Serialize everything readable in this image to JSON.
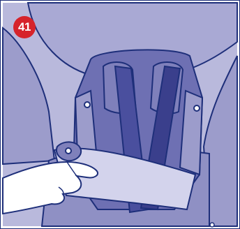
{
  "step": {
    "number": "41"
  },
  "colors": {
    "badge": "#d6232b",
    "outline": "#1e2f7a",
    "background_panel": "#b9b9dc",
    "seat_shell": "#9c9ccb",
    "seat_shell_dark": "#7f80bb",
    "backrest": "#6e70b3",
    "harness_strap": "#4a4f9e",
    "harness_strap_dark": "#3a3f8c",
    "buckle_plate": "#d3d3ec",
    "hand": "#ffffff"
  },
  "icons": {
    "step_badge": "red-circle-number",
    "hand": "hand-pressing-release-tab"
  }
}
